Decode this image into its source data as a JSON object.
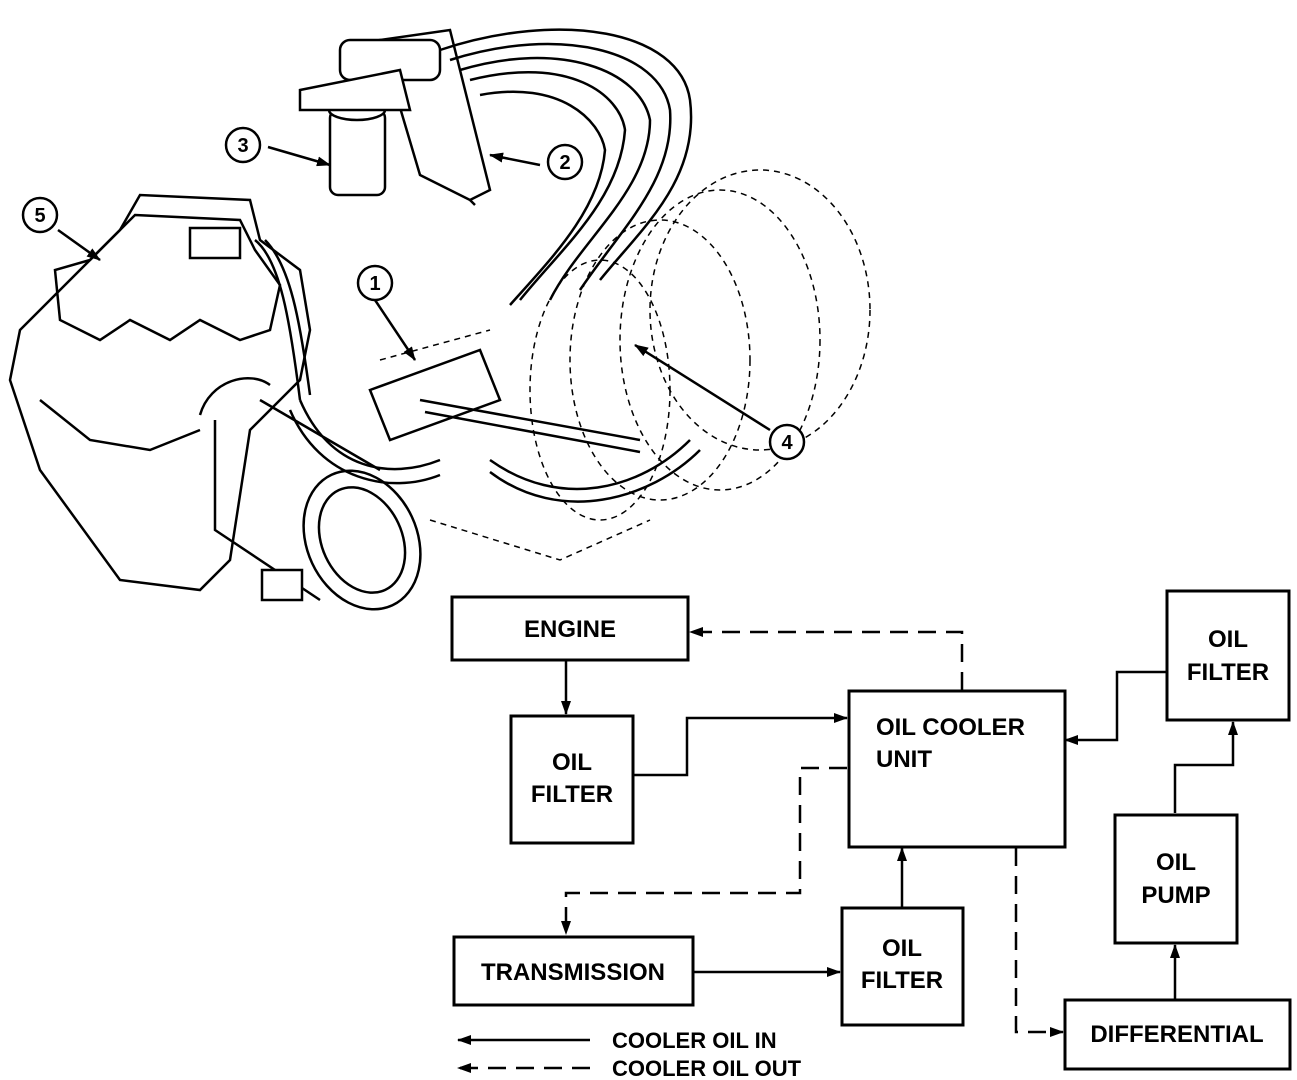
{
  "callouts": [
    "1",
    "2",
    "3",
    "4",
    "5"
  ],
  "blocks": {
    "engine": "ENGINE",
    "engine_filter": [
      "OIL",
      "FILTER"
    ],
    "cooler": [
      "OIL COOLER",
      "UNIT"
    ],
    "right_filter": [
      "OIL",
      "FILTER"
    ],
    "pump": [
      "OIL",
      "PUMP"
    ],
    "transmission": "TRANSMISSION",
    "trans_filter": [
      "OIL",
      "FILTER"
    ],
    "differential": "DIFFERENTIAL"
  },
  "legend": {
    "solid_label": "COOLER OIL IN",
    "dashed_label": "COOLER OIL OUT"
  },
  "colors": {
    "ink": "#000000",
    "paper": "#ffffff"
  }
}
